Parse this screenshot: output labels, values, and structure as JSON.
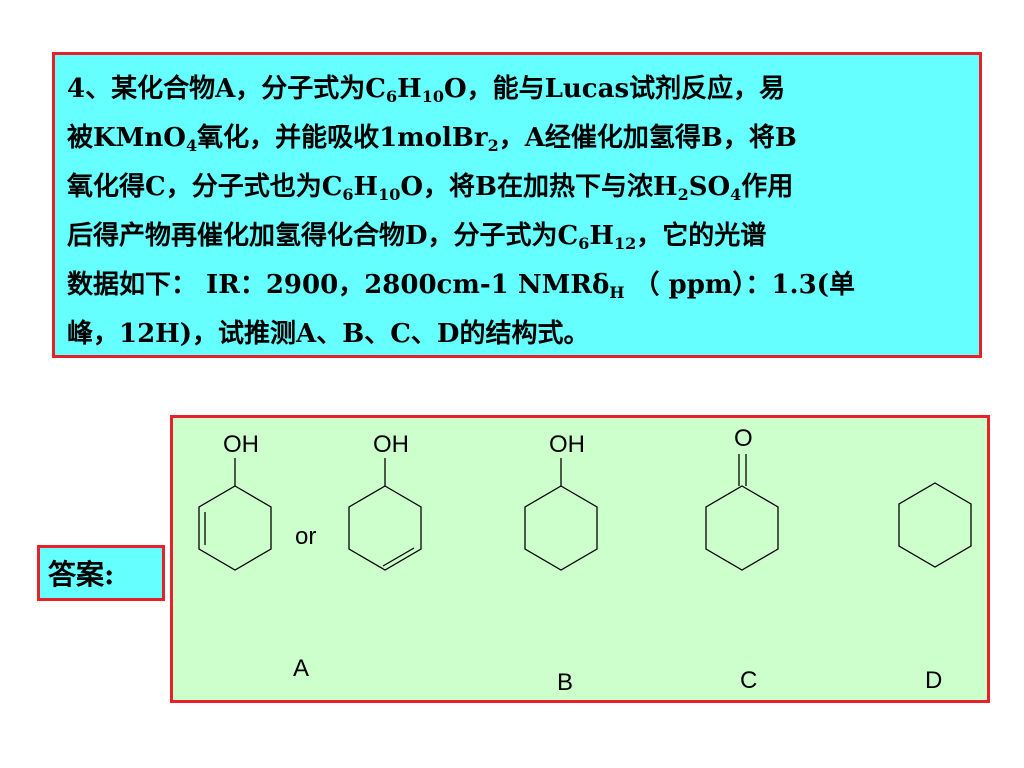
{
  "problem": {
    "lines": [
      [
        {
          "t": "4、某化合物A，分子式为C"
        },
        {
          "sub": "6"
        },
        {
          "t": "H"
        },
        {
          "sub": "10"
        },
        {
          "t": "O，能与Lucas试剂反应，易"
        }
      ],
      [
        {
          "t": "被KMnO"
        },
        {
          "sub": "4"
        },
        {
          "t": "氧化，并能吸收1molBr"
        },
        {
          "sub": "2"
        },
        {
          "t": "，A经催化加氢得B，将B"
        }
      ],
      [
        {
          "t": "氧化得C，分子式也为C"
        },
        {
          "sub": "6"
        },
        {
          "t": "H"
        },
        {
          "sub": "10"
        },
        {
          "t": "O，将B在加热下与浓H"
        },
        {
          "sub": "2"
        },
        {
          "t": "SO"
        },
        {
          "sub": "4"
        },
        {
          "t": "作用"
        }
      ],
      [
        {
          "t": "后得产物再催化加氢得化合物D，分子式为C"
        },
        {
          "sub": "6"
        },
        {
          "t": "H"
        },
        {
          "sub": "12"
        },
        {
          "t": "，它的光谱"
        }
      ],
      [
        {
          "t": "数据如下： IR：2900，2800cm-1   NMRδ"
        },
        {
          "sub": "H"
        },
        {
          "t": " （ ppm）：1.3(单"
        }
      ],
      [
        {
          "t": "峰，12H)，试推测A、B、C、D的结构式。"
        }
      ]
    ]
  },
  "answer": {
    "label": "答案:",
    "or_text": "or",
    "A": {
      "group": "OH",
      "label": "A"
    },
    "A_alt": {
      "group": "OH"
    },
    "B": {
      "group": "OH",
      "label": "B"
    },
    "C": {
      "group": "O",
      "label": "C"
    },
    "D": {
      "label": "D"
    }
  },
  "colors": {
    "problem_bg": "#66ffff",
    "answer_bg": "#ccffcc",
    "border": "#e8202a"
  }
}
